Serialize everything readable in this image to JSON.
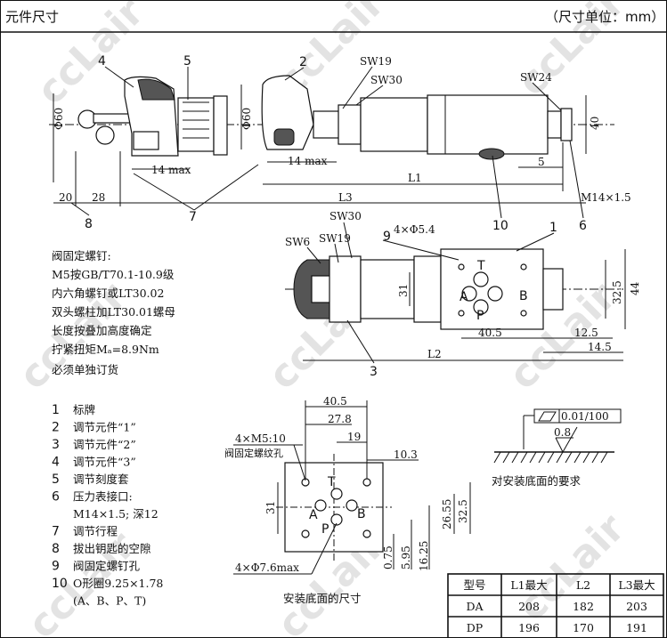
{
  "header": {
    "title": "元件尺寸",
    "unit": "（尺寸单位：mm）"
  },
  "watermark": "ccLair",
  "top_view": {
    "callouts": [
      "4",
      "5",
      "2",
      "7",
      "8",
      "10",
      "6"
    ],
    "labels": {
      "sw19": "SW19",
      "sw30": "SW30",
      "sw24": "SW24",
      "phi60_a": "Φ60",
      "phi60_b": "Φ60",
      "max14_a": "14 max",
      "max14_b": "14 max",
      "l1": "L1",
      "d5": "5",
      "d40": "40",
      "m14": "M14×1.5",
      "d20": "20",
      "d28": "28",
      "l3": "L3"
    }
  },
  "side_view": {
    "callouts": {
      "nine": "9",
      "one": "1",
      "three": "3"
    },
    "labels": {
      "sw30": "SW30",
      "sw6": "SW6",
      "sw19": "SW19",
      "holes": "4×Φ5.4",
      "d31": "31",
      "d32_5": "32.5",
      "d44": "44",
      "d40_5": "40.5",
      "d12_5": "12.5",
      "d14_5": "14.5",
      "l2": "L2"
    },
    "ports": {
      "t": "T",
      "a": "A",
      "b": "B",
      "p": "P"
    }
  },
  "notes": {
    "title": "阀固定螺钉:",
    "lines": [
      "M5按GB/T70.1-10.9级",
      "内六角螺钉或LT30.02",
      "双头螺柱加LT30.01螺母",
      "长度按叠加高度确定",
      "拧紧扭矩Mₐ=8.9Nm",
      "必须单独订货"
    ]
  },
  "legend": [
    {
      "num": "1",
      "text": "标牌"
    },
    {
      "num": "2",
      "text": "调节元件“1”"
    },
    {
      "num": "3",
      "text": "调节元件“2”"
    },
    {
      "num": "4",
      "text": "调节元件“3”"
    },
    {
      "num": "5",
      "text": "调节刻度套"
    },
    {
      "num": "6",
      "text": "压力表接口:"
    },
    {
      "num": "",
      "text": "M14×1.5; 深12"
    },
    {
      "num": "7",
      "text": "调节行程"
    },
    {
      "num": "8",
      "text": "拔出钥匙的空隙"
    },
    {
      "num": "9",
      "text": "阀固定螺钉孔"
    },
    {
      "num": "10",
      "text": "O形圈9.25×1.78"
    },
    {
      "num": "",
      "text": "(A、B、P、T)"
    }
  ],
  "mounting": {
    "caption": "安装底面的尺寸",
    "thread_label": "4×M5:10",
    "thread_desc": "阀固定螺纹孔",
    "hole_label": "4×Φ7.6max",
    "dims": {
      "d40_5": "40.5",
      "d27_8": "27.8",
      "d19": "19",
      "d10_3": "10.3",
      "d31": "31",
      "d26_55": "26.55",
      "d32_5": "32.5",
      "d0_75": "0.75",
      "d5_95": "5.95",
      "d16_25": "16.25"
    },
    "ports": {
      "t": "T",
      "a": "A",
      "b": "B",
      "p": "P"
    }
  },
  "surface": {
    "flatness": "0.01/100",
    "roughness": "0.8",
    "caption": "对安装底面的要求"
  },
  "table": {
    "headers": [
      "型号",
      "L1最大",
      "L2",
      "L3最大"
    ],
    "rows": [
      [
        "DA",
        "208",
        "182",
        "203"
      ],
      [
        "DP",
        "196",
        "170",
        "191"
      ]
    ]
  }
}
